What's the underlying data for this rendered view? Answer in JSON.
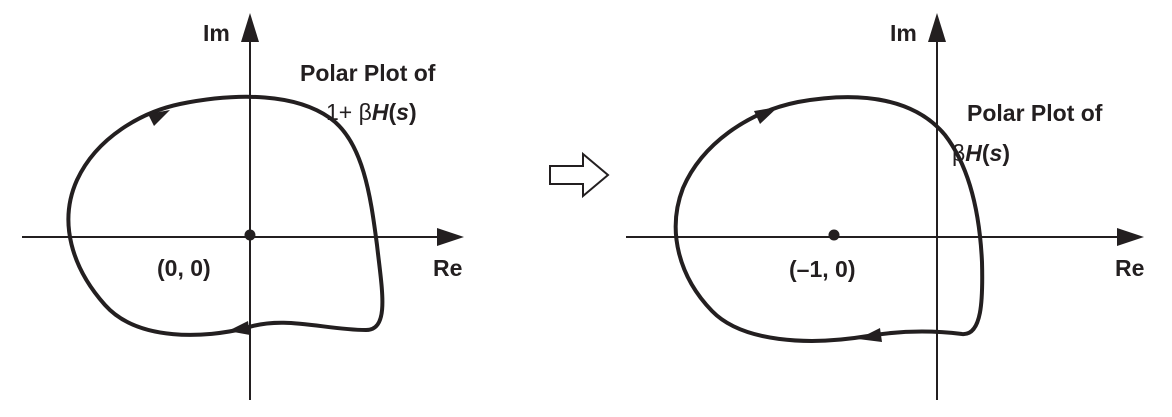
{
  "left_plot": {
    "y_axis_label": "Im",
    "x_axis_label": "Re",
    "origin_label": "(0, 0)",
    "title_line1": "Polar Plot of",
    "title_line2_prefix": "1+ β",
    "title_line2_H": "H",
    "title_line2_open": "(",
    "title_line2_s": "s",
    "title_line2_close": ")"
  },
  "transition": {
    "icon": "hollow-right-arrow-icon"
  },
  "right_plot": {
    "y_axis_label": "Im",
    "x_axis_label": "Re",
    "point_label": "(–1, 0)",
    "title_line1": "Polar Plot of",
    "title_line2_prefix": "β",
    "title_line2_H": "H",
    "title_line2_open": "(",
    "title_line2_s": "s",
    "title_line2_close": ")"
  },
  "colors": {
    "ink": "#231f20",
    "background": "#ffffff"
  }
}
